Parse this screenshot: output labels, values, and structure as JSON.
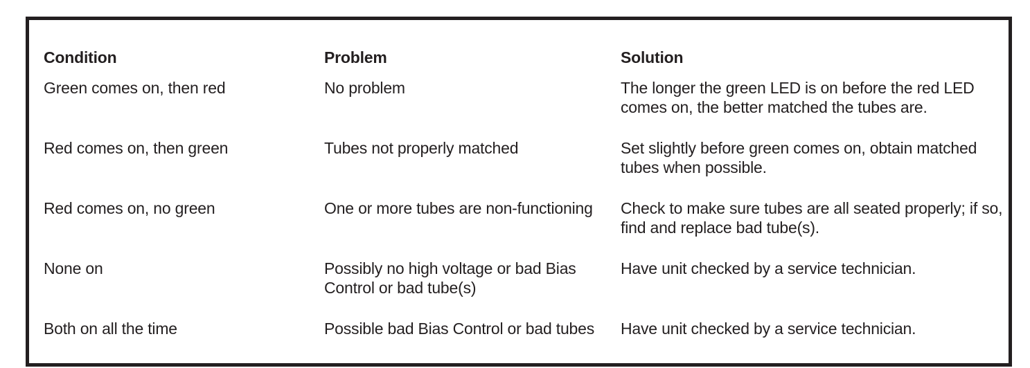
{
  "table": {
    "headers": [
      "Condition",
      "Problem",
      "Solution"
    ],
    "rows": [
      {
        "condition": "Green comes on, then red",
        "problem": "No problem",
        "solution": "The longer the green LED is on before the red LED comes on, the better matched the tubes are."
      },
      {
        "condition": "Red comes on, then green",
        "problem": "Tubes not properly matched",
        "solution": "Set slightly before green comes on, obtain matched tubes when possible."
      },
      {
        "condition": "Red comes on, no green",
        "problem": "One or more tubes are non-functioning",
        "solution": "Check to make sure tubes are all seated properly; if so, find and replace bad tube(s)."
      },
      {
        "condition": "None on",
        "problem": "Possibly no high voltage or bad Bias Control or bad tube(s)",
        "solution": "Have unit checked by a service technician."
      },
      {
        "condition": "Both on all the time",
        "problem": "Possible bad Bias Control or bad tubes",
        "solution": "Have unit checked by a service technician."
      }
    ]
  }
}
